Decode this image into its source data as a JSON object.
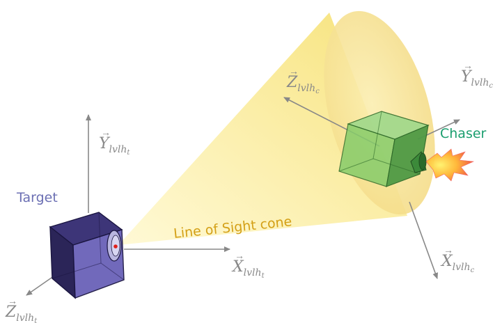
{
  "labels": {
    "target": "Target",
    "chaser": "Chaser",
    "cone": "Line of Sight cone"
  },
  "axes": {
    "target_y": {
      "base": "Y",
      "sub": "lvlh",
      "subsub": "t"
    },
    "target_x": {
      "base": "X",
      "sub": "lvlh",
      "subsub": "t"
    },
    "target_z": {
      "base": "Z",
      "sub": "lvlh",
      "subsub": "t"
    },
    "chaser_z": {
      "base": "Z",
      "sub": "lvlh",
      "subsub": "c"
    },
    "chaser_y": {
      "base": "Y",
      "sub": "lvlh",
      "subsub": "c"
    },
    "chaser_x": {
      "base": "X",
      "sub": "lvlh",
      "subsub": "c"
    }
  },
  "colors": {
    "target_label": "#6b6fb3",
    "chaser_label": "#1a9e6e",
    "cone_label": "#d4a017",
    "axis": "#888888",
    "cone_fill": "#f7e27a",
    "target_body": "#5b54a8",
    "chaser_body": "#7bc75a",
    "sight_dot": "#e0201a"
  }
}
